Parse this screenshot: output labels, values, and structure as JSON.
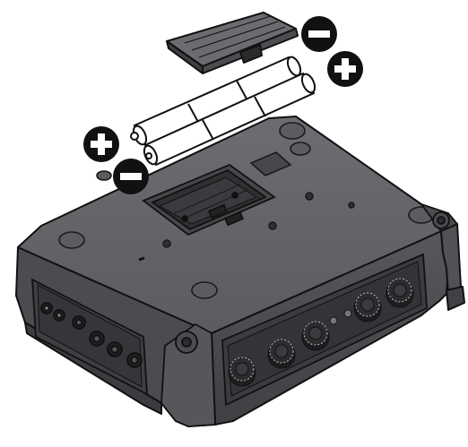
{
  "figure": {
    "components": [
      {
        "id": "battery-cover",
        "icon": "battery-cover-icon"
      },
      {
        "id": "battery-left",
        "icon": "aa-battery-icon"
      },
      {
        "id": "battery-right",
        "icon": "aa-battery-icon"
      },
      {
        "id": "device-body",
        "icon": "device-housing-icon"
      },
      {
        "id": "battery-compartment",
        "icon": "battery-compartment-icon"
      },
      {
        "id": "front-panel-jacks",
        "icon": "audio-jack-icon"
      },
      {
        "id": "side-panel-knobs",
        "icon": "rotary-knob-icon"
      }
    ],
    "polarity_markers": [
      {
        "id": "minus-top",
        "symbol": "minus",
        "icon": "minus-circle-icon"
      },
      {
        "id": "plus-top",
        "symbol": "plus",
        "icon": "plus-circle-icon"
      },
      {
        "id": "plus-left",
        "symbol": "plus",
        "icon": "plus-circle-icon"
      },
      {
        "id": "minus-left",
        "symbol": "minus",
        "icon": "minus-circle-icon"
      }
    ],
    "colors": {
      "body": "#5e6064",
      "body_dark": "#3f4144",
      "body_darker": "#2c2d2f",
      "body_light": "#7a7c80",
      "outline": "#111111",
      "battery": "#ffffff",
      "marker_fill": "#111111",
      "marker_symbol": "#ffffff"
    }
  }
}
